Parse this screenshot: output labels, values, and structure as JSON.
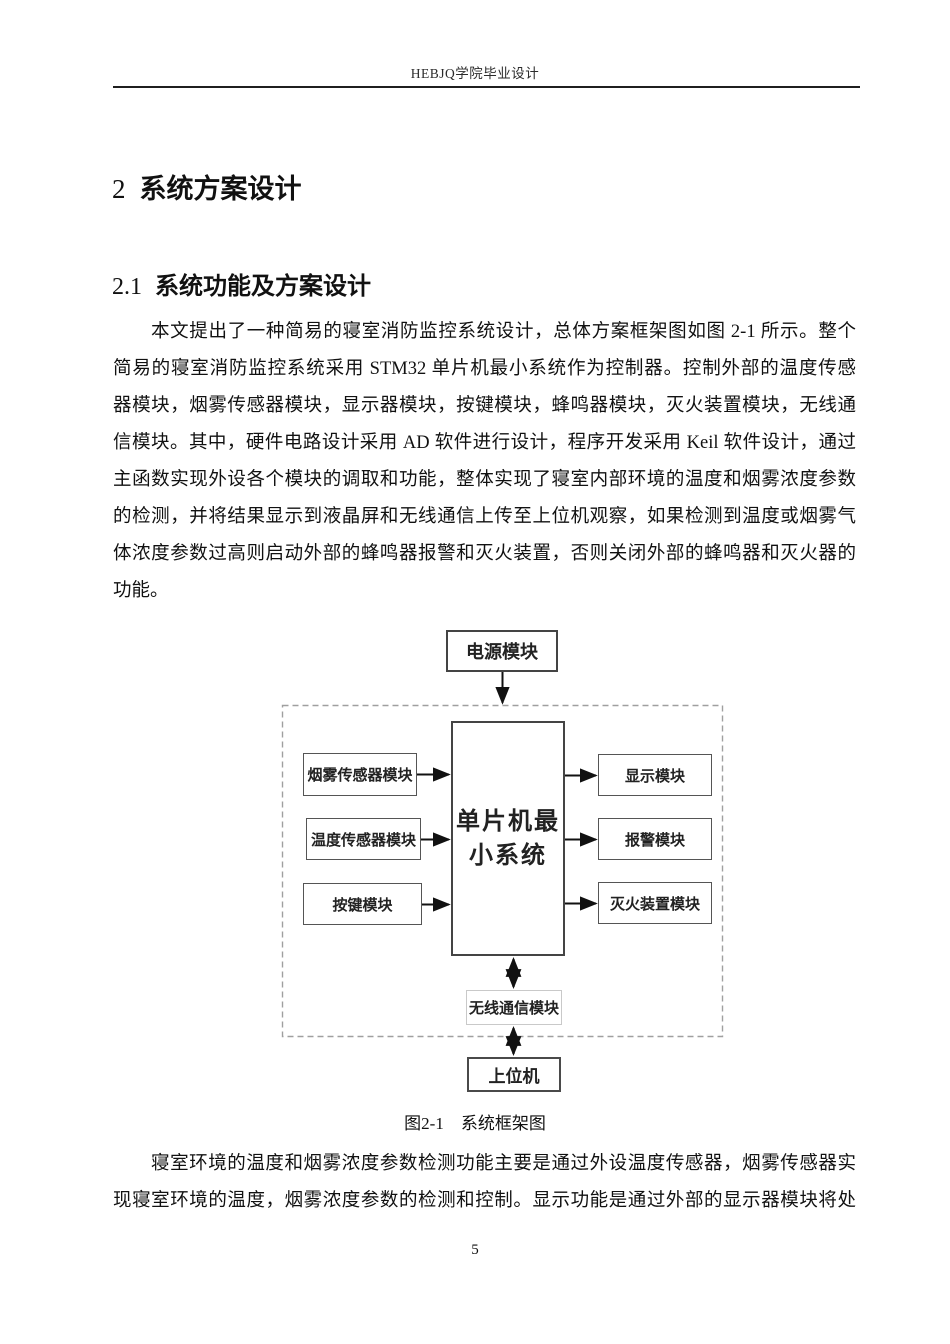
{
  "header": {
    "title": "HEBJQ学院毕业设计"
  },
  "headings": {
    "h1": {
      "number": "2",
      "text": "系统方案设计"
    },
    "h2": {
      "number": "2.1",
      "text": "系统功能及方案设计"
    }
  },
  "body": {
    "p1": {
      "lines": [
        "本文提出了一种简易的寝室消防监控系统设计，总体方案框架图如图 2-1 所示。整个",
        "简易的寝室消防监控系统采用 STM32 单片机最小系统作为控制器。控制外部的温度传感",
        "器模块，烟雾传感器模块，显示器模块，按键模块，蜂鸣器模块，灭火装置模块，无线通",
        "信模块。其中，硬件电路设计采用 AD 软件进行设计，程序开发采用 Keil 软件设计，通过",
        "主函数实现外设各个模块的调取和功能，整体实现了寝室内部环境的温度和烟雾浓度参数",
        "的检测，并将结果显示到液晶屏和无线通信上传至上位机观察，如果检测到温度或烟雾气",
        "体浓度参数过高则启动外部的蜂鸣器报警和灭火装置，否则关闭外部的蜂鸣器和灭火器的",
        "功能。"
      ]
    },
    "p2": {
      "lines": [
        "寝室环境的温度和烟雾浓度参数检测功能主要是通过外设温度传感器，烟雾传感器实",
        "现寝室环境的温度，烟雾浓度参数的检测和控制。显示功能是通过外部的显示器模块将处"
      ]
    }
  },
  "figure": {
    "caption": "图2-1　系统框架图",
    "nodes": {
      "power": "电源模块",
      "mcu_line1": "单片机最",
      "mcu_line2": "小系统",
      "smoke": "烟雾传感器模块",
      "temp": "温度传感器模块",
      "key": "按键模块",
      "display": "显示模块",
      "alarm": "报警模块",
      "extinguisher": "灭火装置模块",
      "wireless": "无线通信模块",
      "host": "上位机"
    },
    "colors": {
      "box_border": "#555555",
      "strong_border": "#444444",
      "light_border": "#c9c9c9",
      "dashed_border": "#9f9f9f",
      "arrow": "#111111"
    }
  },
  "footer": {
    "page_number": "5"
  }
}
